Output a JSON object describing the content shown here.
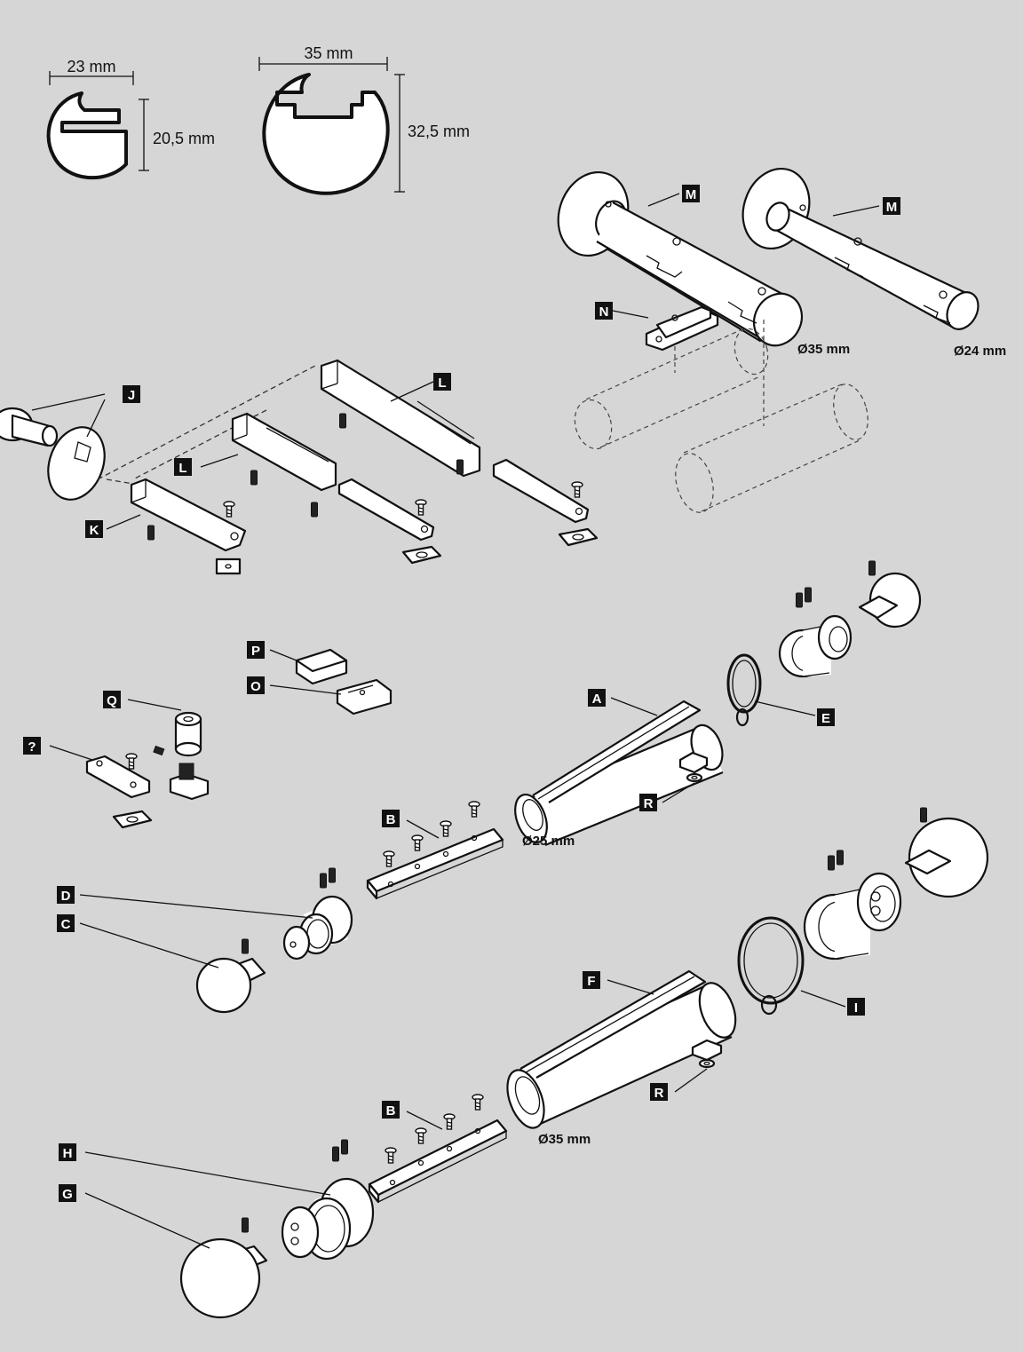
{
  "dimensions": {
    "small_profile_width": "23 mm",
    "small_profile_height": "20,5 mm",
    "large_profile_width": "35 mm",
    "large_profile_height": "32,5 mm"
  },
  "diameters": {
    "bracket_35": "Ø35 mm",
    "bracket_24": "Ø24 mm",
    "rod_25": "Ø25 mm",
    "rod_35": "Ø35 mm"
  },
  "labels": {
    "M1": "M",
    "M2": "M",
    "N": "N",
    "J": "J",
    "L1": "L",
    "L2": "L",
    "K": "K",
    "P": "P",
    "O": "O",
    "Q": "Q",
    "unknown": "?",
    "A": "A",
    "E": "E",
    "R1": "R",
    "B1": "B",
    "D": "D",
    "C": "C",
    "F": "F",
    "I": "I",
    "R2": "R",
    "B2": "B",
    "H": "H",
    "G": "G"
  }
}
